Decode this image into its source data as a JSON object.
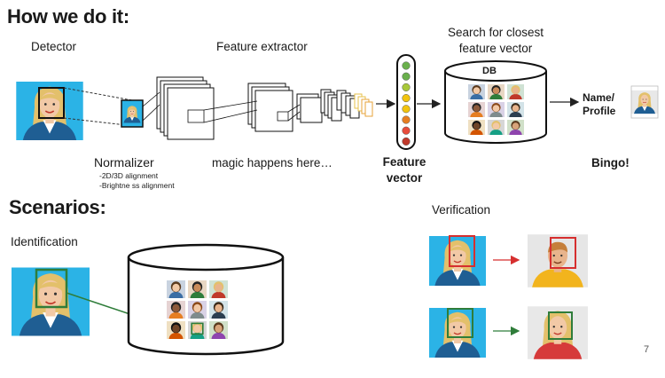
{
  "slide": {
    "title": "How we do it:",
    "labels": {
      "detector": "Detector",
      "feature_extractor": "Feature extractor",
      "search_line1": "Search for closest",
      "search_line2": "feature vector",
      "db": "DB",
      "name_line1": "Name/",
      "name_line2": "Profile",
      "normalizer": "Normalizer",
      "normalizer_note1": "-2D/3D alignment",
      "normalizer_note2": "-Brightne ss alignment",
      "magic": "magic happens here…",
      "feature_vec_line1": "Feature",
      "feature_vec_line2": "vector",
      "bingo": "Bingo!"
    },
    "scenarios_title": "Scenarios:",
    "identification": "Identification",
    "verification": "Verification",
    "page_number": "7"
  },
  "colors": {
    "photo_bg": "#2bb3e6",
    "skin": "#f2c9a6",
    "hair": "#e3c06b",
    "jacket": "#1f5e93",
    "match": "#2f7d3a",
    "mismatch": "#d62f2f",
    "vector_dots": [
      "#6ab04c",
      "#6ab04c",
      "#a8c83a",
      "#f1c40f",
      "#f1c40f",
      "#e67e22",
      "#e74c3c",
      "#c0392b"
    ]
  }
}
